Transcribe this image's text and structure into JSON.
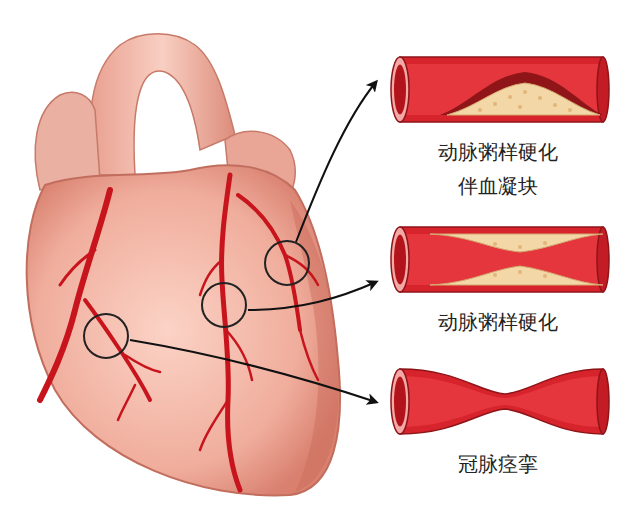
{
  "diagram": {
    "nodes": [
      {
        "text": [
          "动脉粥样硬化 伴血凝块"
        ]
      },
      {
        "text": [
          "动脉粥样硬化"
        ]
      },
      {
        "text": [
          "冠脉痉挛"
        ]
      }
    ]
  }
}
